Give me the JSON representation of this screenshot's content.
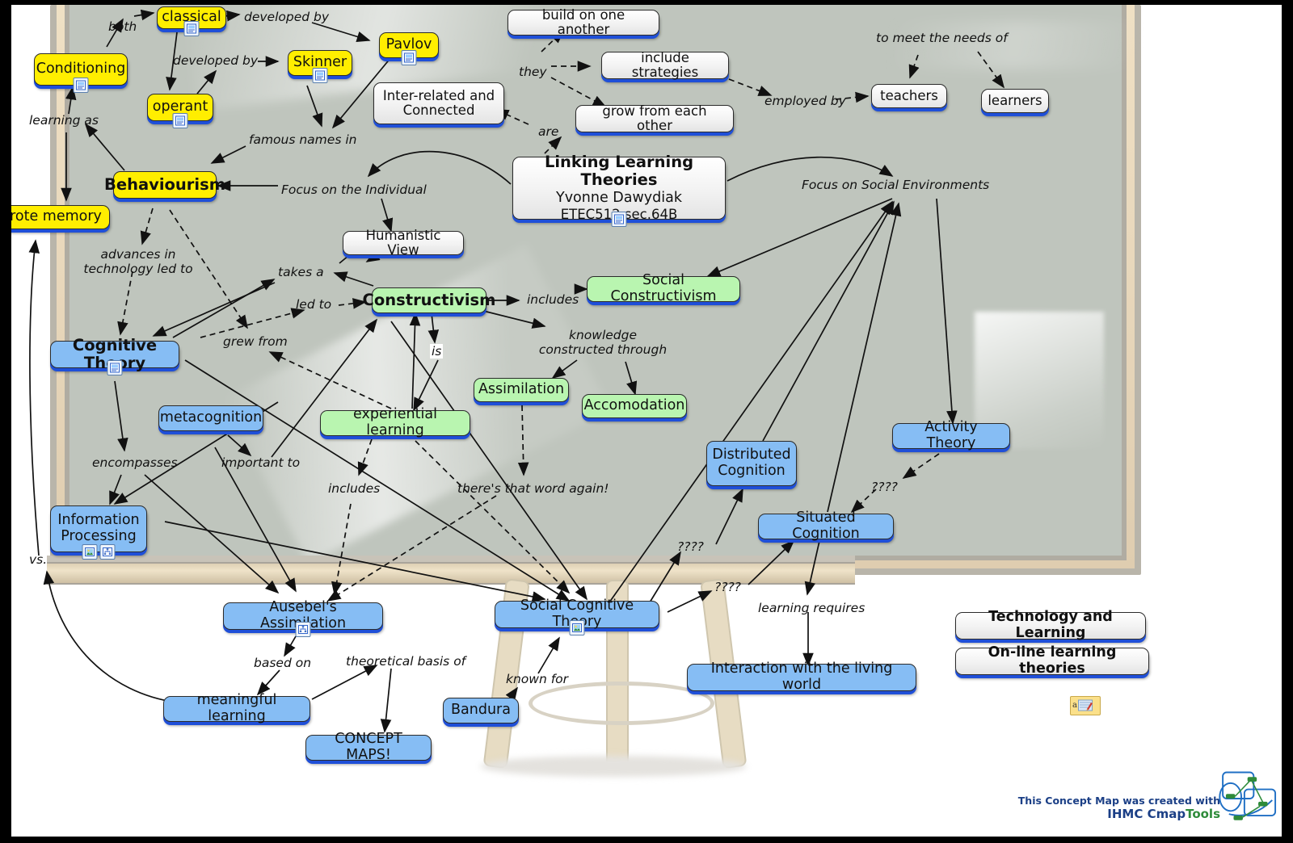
{
  "title_card": {
    "title": "Linking Learning Theories",
    "author": "Yvonne Dawydiak",
    "course": "ETEC512 sec.64B",
    "icon": "resource-image-icon"
  },
  "colors": {
    "yellow_node": "#ffee00",
    "green_node": "#b9f5b0",
    "blue_node": "#86bdf4",
    "white_node": "#f2f2f2",
    "node_shadow": "#1f4fd8",
    "board": "#bfc5bd",
    "frame": "#e8d7bb",
    "credit_text": "#1b3f86"
  },
  "nodes": [
    {
      "id": "classical",
      "label": "classical",
      "color": "yellow",
      "icons": [
        "resource-image-icon"
      ]
    },
    {
      "id": "conditioning",
      "label": "Conditioning",
      "color": "yellow",
      "icons": [
        "resource-image-icon"
      ]
    },
    {
      "id": "operant",
      "label": "operant",
      "color": "yellow",
      "icons": [
        "resource-image-icon"
      ]
    },
    {
      "id": "skinner",
      "label": "Skinner",
      "color": "yellow",
      "icons": [
        "resource-image-icon"
      ]
    },
    {
      "id": "pavlov",
      "label": "Pavlov",
      "color": "yellow",
      "icons": [
        "resource-image-icon"
      ]
    },
    {
      "id": "behaviourism",
      "label": "Behaviourism",
      "color": "yellow",
      "icons": []
    },
    {
      "id": "rote-memory",
      "label": "rote memory",
      "color": "yellow",
      "icons": []
    },
    {
      "id": "inter-related",
      "label": "Inter-related and Connected",
      "color": "white",
      "icons": []
    },
    {
      "id": "build-on-one-another",
      "label": "build on one another",
      "color": "white",
      "icons": []
    },
    {
      "id": "include-strategies",
      "label": "include strategies",
      "color": "white",
      "icons": []
    },
    {
      "id": "grow-from-each-other",
      "label": "grow from each other",
      "color": "white",
      "icons": []
    },
    {
      "id": "teachers",
      "label": "teachers",
      "color": "white",
      "icons": []
    },
    {
      "id": "learners",
      "label": "learners",
      "color": "white",
      "icons": []
    },
    {
      "id": "humanistic-view",
      "label": "Humanistic View",
      "color": "white",
      "icons": []
    },
    {
      "id": "constructivism",
      "label": "Constructivism",
      "color": "green",
      "icons": []
    },
    {
      "id": "social-constructivism",
      "label": "Social Constructivism",
      "color": "green",
      "icons": []
    },
    {
      "id": "assimilation",
      "label": "Assimilation",
      "color": "green",
      "icons": []
    },
    {
      "id": "accomodation",
      "label": "Accomodation",
      "color": "green",
      "icons": []
    },
    {
      "id": "experiential-learning",
      "label": "experiential learning",
      "color": "green",
      "icons": []
    },
    {
      "id": "cognitive-theory",
      "label": "Cognitive Theory",
      "color": "blue",
      "icons": [
        "resource-image-icon"
      ]
    },
    {
      "id": "metacognition",
      "label": "metacognition",
      "color": "blue",
      "icons": []
    },
    {
      "id": "information-processing",
      "label": "Information Processing",
      "color": "blue",
      "icons": [
        "resource-photo-icon",
        "resource-map-icon"
      ]
    },
    {
      "id": "activity-theory",
      "label": "Activity Theory",
      "color": "blue",
      "icons": []
    },
    {
      "id": "distributed-cognition",
      "label": "Distributed Cognition",
      "color": "blue",
      "icons": []
    },
    {
      "id": "situated-cognition",
      "label": "Situated Cognition",
      "color": "blue",
      "icons": []
    },
    {
      "id": "ausebels-assimilation",
      "label": "Ausebel's Assimilation",
      "color": "blue",
      "icons": [
        "resource-map-icon"
      ]
    },
    {
      "id": "social-cognitive-theory",
      "label": "Social Cognitive Theory",
      "color": "blue",
      "icons": [
        "resource-photo-icon"
      ]
    },
    {
      "id": "meaningful-learning",
      "label": "meaningful learning",
      "color": "blue",
      "icons": []
    },
    {
      "id": "concept-maps",
      "label": "CONCEPT MAPS!",
      "color": "blue",
      "icons": []
    },
    {
      "id": "bandura",
      "label": "Bandura",
      "color": "blue",
      "icons": []
    },
    {
      "id": "interaction-living-world",
      "label": "Interaction with the living world",
      "color": "blue",
      "icons": []
    },
    {
      "id": "technology-and-learning",
      "label": "Technology and Learning",
      "color": "white",
      "icons": []
    },
    {
      "id": "online-learning-theories",
      "label": "On-line learning theories",
      "color": "white",
      "icons": []
    }
  ],
  "link_labels": [
    {
      "id": "both",
      "text": "both"
    },
    {
      "id": "developed-by-1",
      "text": "developed by"
    },
    {
      "id": "developed-by-2",
      "text": "developed by"
    },
    {
      "id": "famous-names-in",
      "text": "famous names in"
    },
    {
      "id": "learning-as",
      "text": "learning as"
    },
    {
      "id": "they",
      "text": "they"
    },
    {
      "id": "are",
      "text": "are"
    },
    {
      "id": "employed-by",
      "text": "employed by"
    },
    {
      "id": "to-meet-the-needs-of",
      "text": "to meet the needs of"
    },
    {
      "id": "focus-on-the-individual",
      "text": "Focus on the Individual"
    },
    {
      "id": "focus-on-social-environments",
      "text": "Focus on Social Environments"
    },
    {
      "id": "advances-in-technology",
      "text": "advances in technology led to"
    },
    {
      "id": "takes-a",
      "text": "takes a"
    },
    {
      "id": "led-to",
      "text": "led to"
    },
    {
      "id": "grew-from",
      "text": "grew from"
    },
    {
      "id": "includes-1",
      "text": "includes"
    },
    {
      "id": "knowledge-constructed-through",
      "text": "knowledge constructed through"
    },
    {
      "id": "is",
      "text": "is"
    },
    {
      "id": "encompasses",
      "text": "encompasses"
    },
    {
      "id": "important-to",
      "text": "important to"
    },
    {
      "id": "includes-2",
      "text": "includes"
    },
    {
      "id": "theres-that-word-again",
      "text": "there's that word again!"
    },
    {
      "id": "vs",
      "text": "vs."
    },
    {
      "id": "based-on",
      "text": "based on"
    },
    {
      "id": "theoretical-basis-of",
      "text": "theoretical basis of"
    },
    {
      "id": "known-for",
      "text": "known for"
    },
    {
      "id": "learning-requires",
      "text": "learning requires"
    },
    {
      "id": "q1",
      "text": "????"
    },
    {
      "id": "q2",
      "text": "????"
    },
    {
      "id": "q3",
      "text": "????"
    }
  ],
  "credit": {
    "line1": "This Concept Map was created with",
    "line2_a": "IHMC ",
    "line2_b": "Cmap",
    "line2_c": "Tools"
  }
}
